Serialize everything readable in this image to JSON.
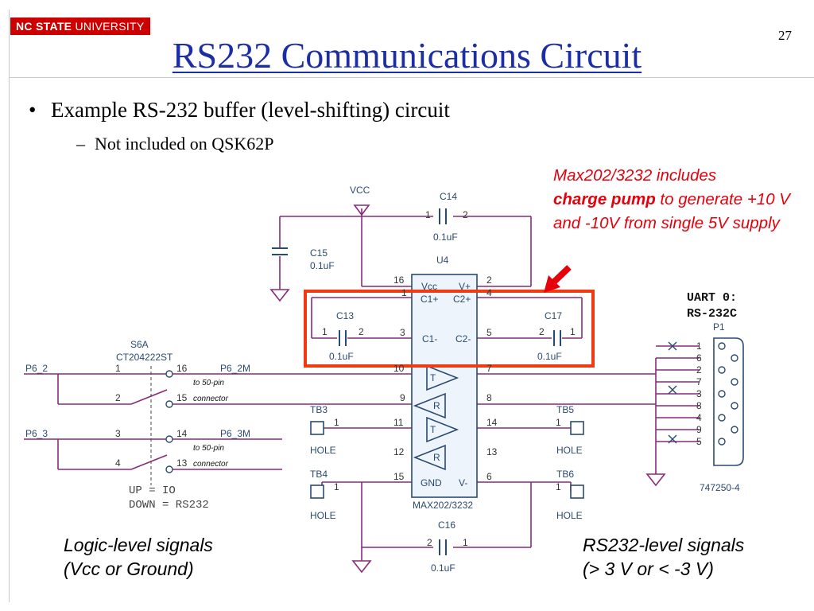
{
  "header": {
    "brand_bold": "NC STATE",
    "brand_rest": " UNIVERSITY",
    "page_number": "27"
  },
  "slide": {
    "title": "RS232 Communications Circuit",
    "bullet": "Example RS-232 buffer (level-shifting) circuit",
    "subbullet": "Not included on QSK62P"
  },
  "callout": {
    "line1": "Max202/3232 includes",
    "bold": "charge pump",
    "rest": " to generate +10 V and -10V from single 5V supply"
  },
  "captions": {
    "logic_l1": "Logic-level signals",
    "logic_l2": "(Vcc or Ground)",
    "rs232_l1": "RS232-level signals",
    "rs232_l2": "(> 3 V or < -3 V)"
  },
  "schematic": {
    "vcc": "VCC",
    "c14": "C14",
    "c14_val": "0.1uF",
    "c15": "C15",
    "c15_val": "0.1uF",
    "u4": "U4",
    "c13": "C13",
    "c13_val": "0.1uF",
    "c17": "C17",
    "c17_val": "0.1uF",
    "c16": "C16",
    "c16_val": "0.1uF",
    "chip": {
      "vcc": "Vcc",
      "vplus": "V+",
      "c1p": "C1+",
      "c2p": "C2+",
      "c1m": "C1-",
      "c2m": "C2-",
      "gnd": "GND",
      "vminus": "V-",
      "part": "MAX202/3232",
      "t": "T",
      "r": "R"
    },
    "pins": {
      "p16": "16",
      "p2": "2",
      "p1": "1",
      "p4": "4",
      "p3": "3",
      "p5": "5",
      "p10": "10",
      "p7": "7",
      "p9": "9",
      "p8": "8",
      "p11": "11",
      "p14": "14",
      "p12": "12",
      "p13": "13",
      "p15": "15",
      "p6": "6"
    },
    "switch": {
      "name": "S6A",
      "part": "CT204222ST",
      "mode_up": "UP = IO",
      "mode_down": "DOWN = RS232",
      "to50": "to 50-pin",
      "connector": "connector"
    },
    "nets": {
      "p6_2": "P6_2",
      "p6_2m": "P6_2M",
      "p6_3": "P6_3",
      "p6_3m": "P6_3M"
    },
    "tb": {
      "tb3": "TB3",
      "tb4": "TB4",
      "tb5": "TB5",
      "tb6": "TB6",
      "hole": "HOLE"
    },
    "uart": {
      "line1": "UART 0:",
      "line2": "RS-232C",
      "p1": "P1",
      "part": "747250-4",
      "pins": [
        "1",
        "6",
        "2",
        "7",
        "3",
        "8",
        "4",
        "9",
        "5"
      ]
    }
  }
}
